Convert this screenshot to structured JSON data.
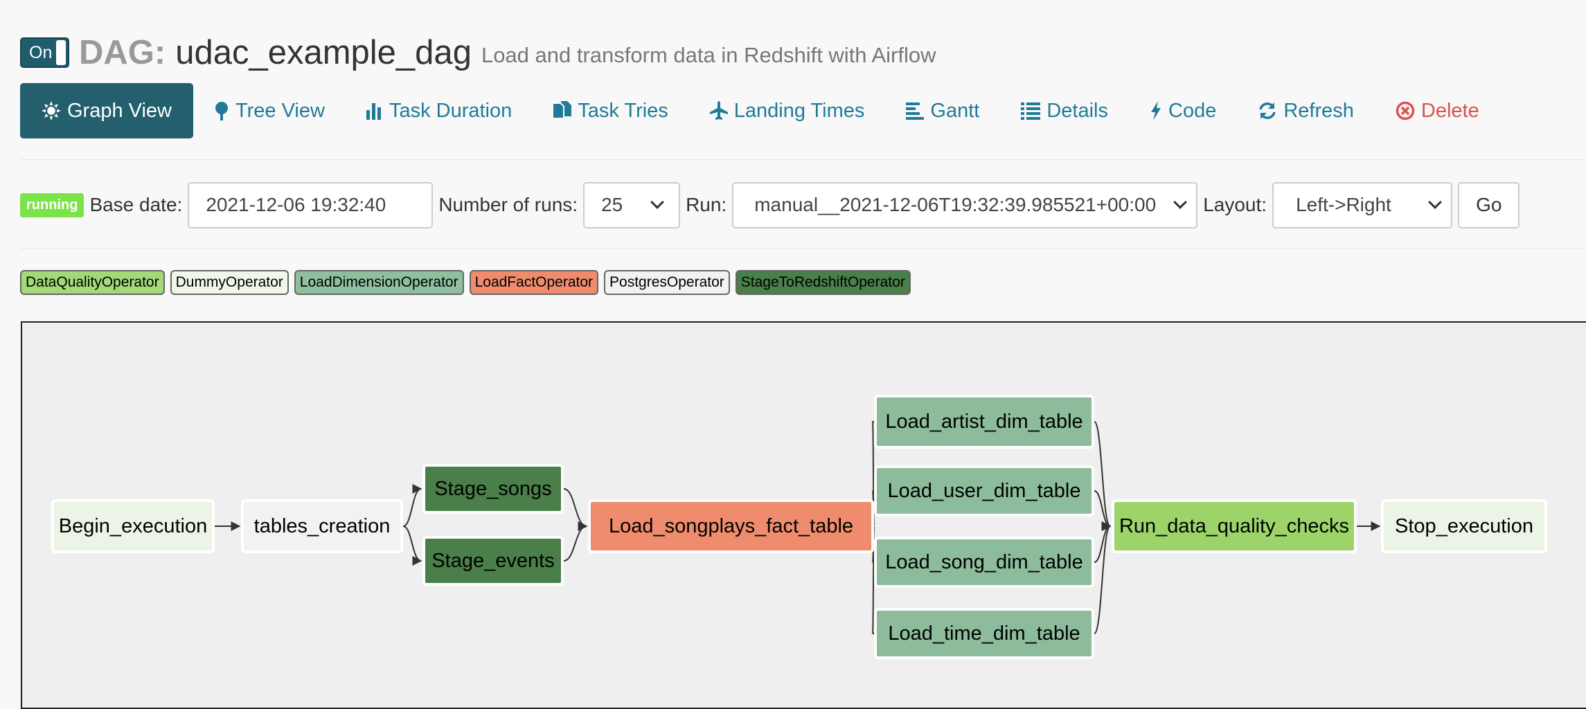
{
  "header": {
    "toggle_label": "On",
    "prefix": "DAG:",
    "dag_id": "udac_example_dag",
    "description": "Load and transform data in Redshift with Airflow"
  },
  "nav": [
    {
      "label": "Graph View",
      "icon": "sun-icon"
    },
    {
      "label": "Tree View",
      "icon": "tree-icon"
    },
    {
      "label": "Task Duration",
      "icon": "bar-chart-icon"
    },
    {
      "label": "Task Tries",
      "icon": "files-icon"
    },
    {
      "label": "Landing Times",
      "icon": "plane-icon"
    },
    {
      "label": "Gantt",
      "icon": "align-left-icon"
    },
    {
      "label": "Details",
      "icon": "list-icon"
    },
    {
      "label": "Code",
      "icon": "flash-icon"
    },
    {
      "label": "Refresh",
      "icon": "refresh-icon"
    },
    {
      "label": "Delete",
      "icon": "remove-circle-icon"
    }
  ],
  "form": {
    "state": "running",
    "base_date_label": "Base date:",
    "base_date_value": "2021-12-06 19:32:40",
    "num_runs_label": "Number of runs:",
    "num_runs_value": "25",
    "run_label": "Run:",
    "run_value": "manual__2021-12-06T19:32:39.985521+00:00",
    "layout_label": "Layout:",
    "layout_value": "Left->Right",
    "go_label": "Go"
  },
  "legend": [
    {
      "label": "DataQualityOperator",
      "color": "#a3d978"
    },
    {
      "label": "DummyOperator",
      "color": "#f0f6e8"
    },
    {
      "label": "LoadDimensionOperator",
      "color": "#8fbf9f"
    },
    {
      "label": "LoadFactOperator",
      "color": "#f08c6e"
    },
    {
      "label": "PostgresOperator",
      "color": "#f2f2f2"
    },
    {
      "label": "StageToRedshiftOperator",
      "color": "#4a7f4a"
    }
  ],
  "graph": {
    "nodes": [
      {
        "id": "Begin_execution",
        "color": "#ecf5e5"
      },
      {
        "id": "tables_creation",
        "color": "#f2f2f2"
      },
      {
        "id": "Stage_songs",
        "color": "#4a7f4a"
      },
      {
        "id": "Stage_events",
        "color": "#4a7f4a"
      },
      {
        "id": "Load_songplays_fact_table",
        "color": "#ef8c6d"
      },
      {
        "id": "Load_artist_dim_table",
        "color": "#8cbc9c"
      },
      {
        "id": "Load_user_dim_table",
        "color": "#8cbc9c"
      },
      {
        "id": "Load_song_dim_table",
        "color": "#8cbc9c"
      },
      {
        "id": "Load_time_dim_table",
        "color": "#8cbc9c"
      },
      {
        "id": "Run_data_quality_checks",
        "color": "#9dd46a"
      },
      {
        "id": "Stop_execution",
        "color": "#ecf5e5"
      }
    ],
    "edges": [
      [
        "Begin_execution",
        "tables_creation"
      ],
      [
        "tables_creation",
        "Stage_songs"
      ],
      [
        "tables_creation",
        "Stage_events"
      ],
      [
        "Stage_songs",
        "Load_songplays_fact_table"
      ],
      [
        "Stage_events",
        "Load_songplays_fact_table"
      ],
      [
        "Load_songplays_fact_table",
        "Load_artist_dim_table"
      ],
      [
        "Load_songplays_fact_table",
        "Load_user_dim_table"
      ],
      [
        "Load_songplays_fact_table",
        "Load_song_dim_table"
      ],
      [
        "Load_songplays_fact_table",
        "Load_time_dim_table"
      ],
      [
        "Load_artist_dim_table",
        "Run_data_quality_checks"
      ],
      [
        "Load_user_dim_table",
        "Run_data_quality_checks"
      ],
      [
        "Load_song_dim_table",
        "Run_data_quality_checks"
      ],
      [
        "Load_time_dim_table",
        "Run_data_quality_checks"
      ],
      [
        "Run_data_quality_checks",
        "Stop_execution"
      ]
    ]
  }
}
